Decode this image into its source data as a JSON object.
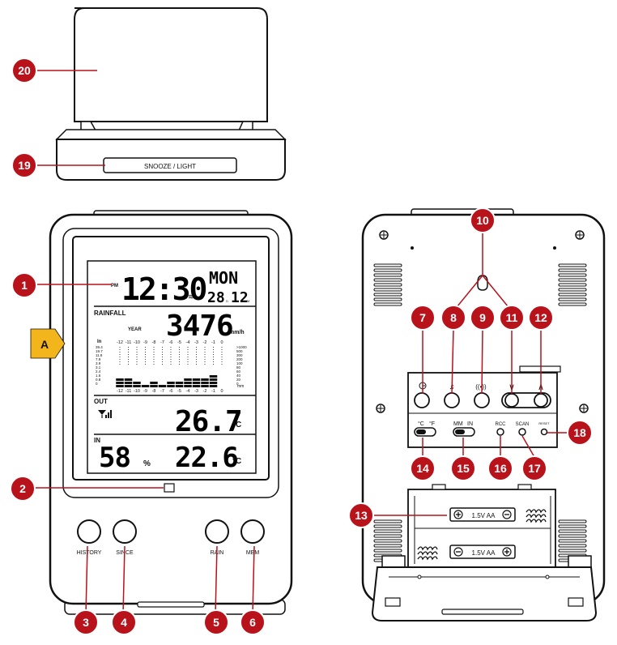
{
  "top_device": {
    "button_label": "SNOOZE / LIGHT"
  },
  "front": {
    "time": "12:30",
    "am_pm": "PM",
    "day": "MON",
    "date": "28",
    "month": "12",
    "month_marker_d": "D",
    "month_marker_m": "M",
    "rainfall_label": "RAINFALL",
    "period": "YEAR",
    "rainfall_value": "3476",
    "rainfall_unit": "mm/h",
    "chart_axis_label_left": "In",
    "chart_hours": [
      "-12",
      "-11",
      "-10",
      "-9",
      "-8",
      "-7",
      "-6",
      "-5",
      "-4",
      "-3",
      "-2",
      "-1",
      "0"
    ],
    "chart_left_scale": [
      "39.4",
      "19.7",
      "11.8",
      "7.9",
      "3.9",
      "3.1",
      "2.4",
      "1.6",
      "0.8",
      "0"
    ],
    "chart_right_scale": [
      ">1000",
      "500",
      "300",
      "200",
      "100",
      "80",
      "60",
      "40",
      "20",
      "0"
    ],
    "chart_right_unit": "mm",
    "chart_bar_levels": [
      3,
      3,
      2,
      1,
      2,
      1,
      2,
      2,
      3,
      3,
      3,
      4,
      0
    ],
    "out_label": "OUT",
    "out_temp": "26.7",
    "in_label": "IN",
    "in_humidity": "58",
    "in_humidity_unit": "%",
    "in_temp": "22.6",
    "temp_unit": "°C",
    "buttons": [
      "HISTORY",
      "SINCE",
      "RAIN",
      "MEM"
    ]
  },
  "back": {
    "switch_cf": [
      "°C",
      "°F"
    ],
    "switch_mmin": [
      "MM",
      "IN"
    ],
    "jack_labels": [
      "RCC",
      "SCAN",
      "RESET"
    ],
    "battery_label": "1.5V AA",
    "button_icons": [
      "clock-icon",
      "bell-icon",
      "wave-icon",
      "down-arrow-icon",
      "up-arrow-icon"
    ]
  },
  "callouts": [
    "1",
    "2",
    "3",
    "4",
    "5",
    "6",
    "7",
    "8",
    "9",
    "10",
    "11",
    "12",
    "13",
    "14",
    "15",
    "16",
    "17",
    "18",
    "19",
    "20"
  ],
  "section_marker": "A",
  "colors": {
    "callout_red": "#b8121b",
    "marker_yellow": "#f2b51c",
    "outline": "#111111"
  }
}
